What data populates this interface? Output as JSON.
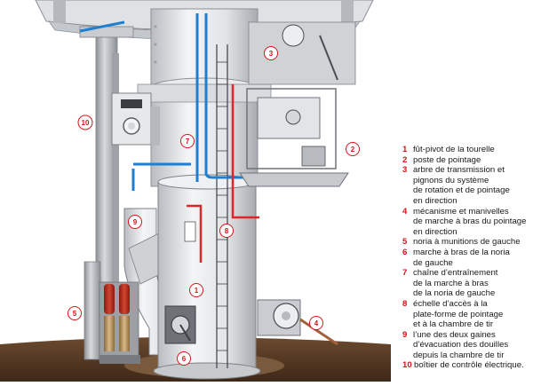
{
  "callouts": [
    {
      "number": "1"
    },
    {
      "number": "2"
    },
    {
      "number": "3"
    },
    {
      "number": "4"
    },
    {
      "number": "5"
    },
    {
      "number": "6"
    },
    {
      "number": "7"
    },
    {
      "number": "8"
    },
    {
      "number": "9"
    },
    {
      "number": "10"
    }
  ],
  "legend": [
    {
      "number": "1",
      "text": "fût-pivot de la tourelle"
    },
    {
      "number": "2",
      "text": "poste de pointage"
    },
    {
      "number": "3",
      "text": "arbre de transmission et\npignons du système\nde rotation et de pointage\nen direction"
    },
    {
      "number": "4",
      "text": "mécanisme et manivelles\nde marche à bras du pointage\nen direction"
    },
    {
      "number": "5",
      "text": "noria à munitions de gauche"
    },
    {
      "number": "6",
      "text": "marche à bras de la noria\nde gauche"
    },
    {
      "number": "7",
      "text": "chaîne d’entraînement\nde la marche à bras\nde la noria de gauche"
    },
    {
      "number": "8",
      "text": "échelle d’accès à la\nplate-forme de pointage\net à la chambre de tir"
    },
    {
      "number": "9",
      "text": "l’une des deux gaines\nd’évacuation des douilles\ndepuis la chambre de tir"
    },
    {
      "number": "10",
      "text": "boîtier de contrôle électrique."
    }
  ],
  "colors": {
    "callout_red": "#d4141b",
    "pipe_blue": "#1e7fd0",
    "pipe_red": "#e0262b",
    "floor_brown": "#5a3b24",
    "structure_grey": "#c9ccd0"
  }
}
